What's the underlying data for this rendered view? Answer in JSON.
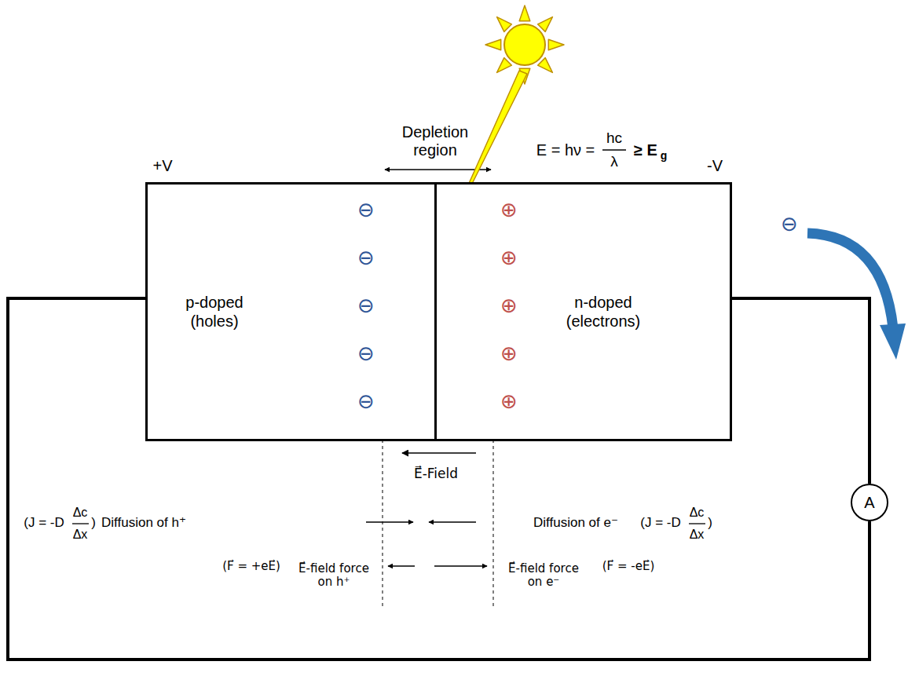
{
  "diagram": {
    "nodes": [
      {
        "text": [
          "p-doped (holes)"
        ]
      },
      {
        "text": [
          "n-doped (electrons)"
        ]
      },
      {
        "text": [
          "A"
        ]
      }
    ],
    "edges": [
      {
        "from": 0,
        "to": 2,
        "arrow": "none"
      },
      {
        "from": 2,
        "to": 1,
        "arrow": "none"
      }
    ],
    "labels": [
      "+V",
      "-V",
      "Depletion region",
      "E = hν =",
      "hc",
      "λ",
      "≥ E",
      "g",
      "⊖",
      "⊖",
      "⊖",
      "⊖",
      "⊖",
      "⊕",
      "⊕",
      "⊕",
      "⊕",
      "⊕",
      "⊖",
      "E⃗-Field",
      "(J = -D",
      "Δc",
      "Δx",
      ")",
      "Diffusion of h⁺",
      "Diffusion of e⁻",
      "(J = -D",
      "Δc",
      "Δx",
      ")",
      "(F⃗ = +eE⃗)",
      "E⃗-field force on h⁺",
      "E⃗-field force on e⁻",
      "(F⃗ = -eE⃗)"
    ]
  }
}
